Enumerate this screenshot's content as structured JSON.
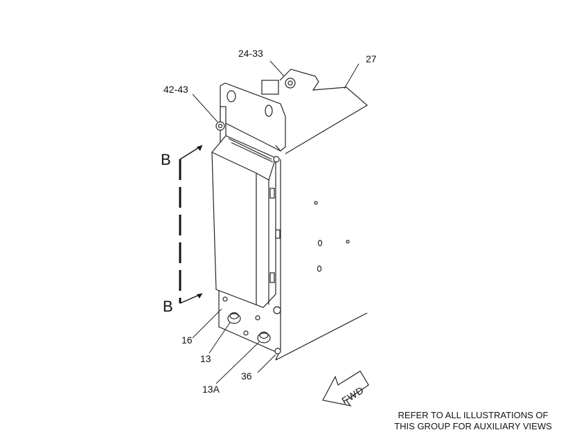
{
  "callouts": {
    "c24_33": "24-33",
    "c27": "27",
    "c42_43": "42-43",
    "c16": "16",
    "c13": "13",
    "c13a": "13A",
    "c36": "36"
  },
  "section": {
    "top": "B",
    "bottom": "B"
  },
  "fwd_label": "FWD",
  "note": {
    "line1": "REFER TO ALL ILLUSTRATIONS OF",
    "line2": "THIS GROUP FOR AUXILIARY VIEWS"
  }
}
